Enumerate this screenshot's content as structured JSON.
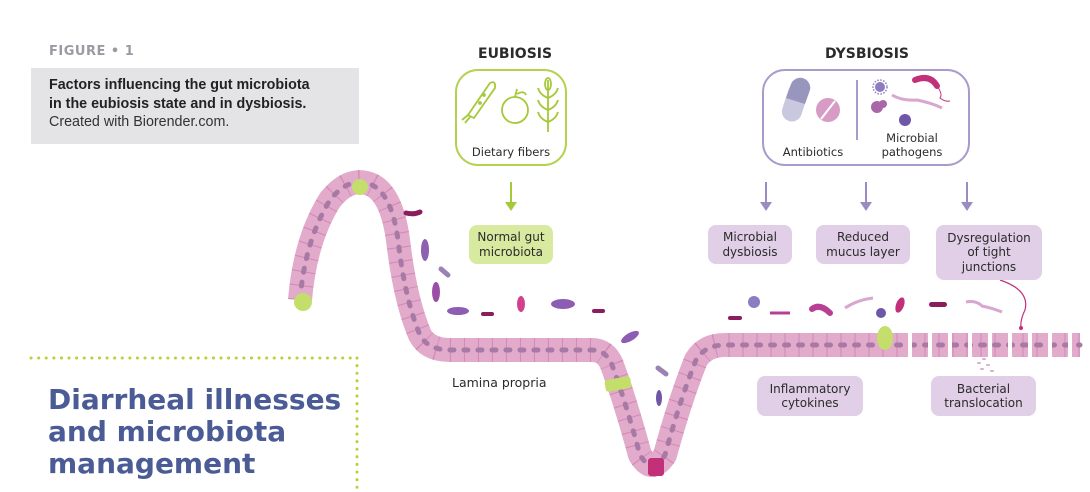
{
  "figure": {
    "label": "FIGURE • 1",
    "caption_bold_line1": "Factors influencing the gut microbiota",
    "caption_bold_line2": "in the eubiosis state and in dysbiosis.",
    "caption_normal": "Created with Biorender.com."
  },
  "eubiosis": {
    "heading": "EUBIOSIS",
    "box_label": "Dietary fibers",
    "icons": [
      "carrot-icon",
      "apple-icon",
      "wheat-icon"
    ],
    "outcome": [
      "Normal gut",
      "microbiota"
    ],
    "color": "#a5c93a"
  },
  "dysbiosis": {
    "heading": "DYSBIOSIS",
    "box_left_label": "Antibiotics",
    "box_right_label": [
      "Microbial",
      "pathogens"
    ],
    "icons": [
      "capsule-icon",
      "pill-icon",
      "virus-icon",
      "bacteria-icon"
    ],
    "outcomes": [
      [
        "Microbial",
        "dysbiosis"
      ],
      [
        "Reduced",
        "mucus layer"
      ],
      [
        "Dysregulation",
        "of tight",
        "junctions"
      ]
    ],
    "effects": [
      [
        "Inflammatory",
        "cytokines"
      ],
      [
        "Bacterial",
        "translocation"
      ]
    ],
    "color": "#9a8cc2"
  },
  "tissue": {
    "lamina_label": "Lamina propria"
  },
  "article": {
    "title_lines": [
      "Diarrheal illnesses",
      "and microbiota",
      "management"
    ]
  },
  "colors": {
    "title": "#4a5b95",
    "green_pill": "#d8e9a0",
    "purple_pill": "#e0cfe6",
    "epithelium": "#e2aacb",
    "dotted_border": "#b8d23a"
  }
}
